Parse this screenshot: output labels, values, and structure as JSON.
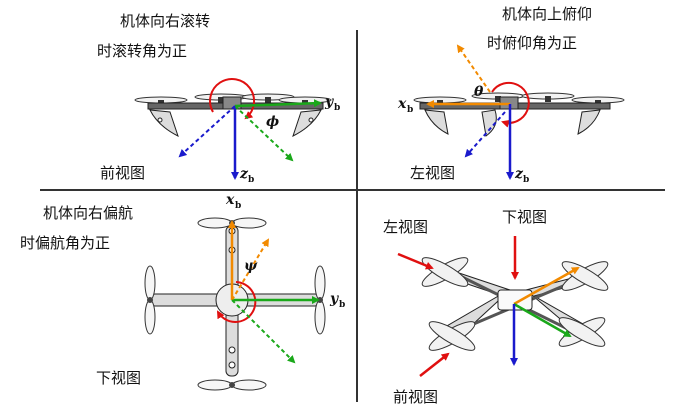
{
  "panels": {
    "front": {
      "caption_line1": "机体向右滚转",
      "caption_line2": "时滚转角为正",
      "view_label": "前视图",
      "axis_y": "y",
      "axis_z": "z",
      "subscript": "b",
      "angle_symbol": "ϕ"
    },
    "left": {
      "caption_line1": "机体向上俯仰",
      "caption_line2": "时俯仰角为正",
      "view_label": "左视图",
      "axis_x": "x",
      "axis_z": "z",
      "subscript": "b",
      "angle_symbol": "θ"
    },
    "bottom": {
      "caption_line1": "机体向右偏航",
      "caption_line2": "时偏航角为正",
      "view_label": "下视图",
      "axis_x": "x",
      "axis_y": "y",
      "subscript": "b",
      "angle_symbol": "ψ"
    },
    "iso": {
      "label_left": "左视图",
      "label_bottom": "下视图",
      "label_front": "前视图"
    }
  },
  "colors": {
    "x_axis": "#f28a00",
    "y_axis": "#1aa81a",
    "z_axis": "#1a1acc",
    "rotation_arc": "#e01010",
    "view_arrow": "#e01010",
    "divider": "#333333"
  }
}
